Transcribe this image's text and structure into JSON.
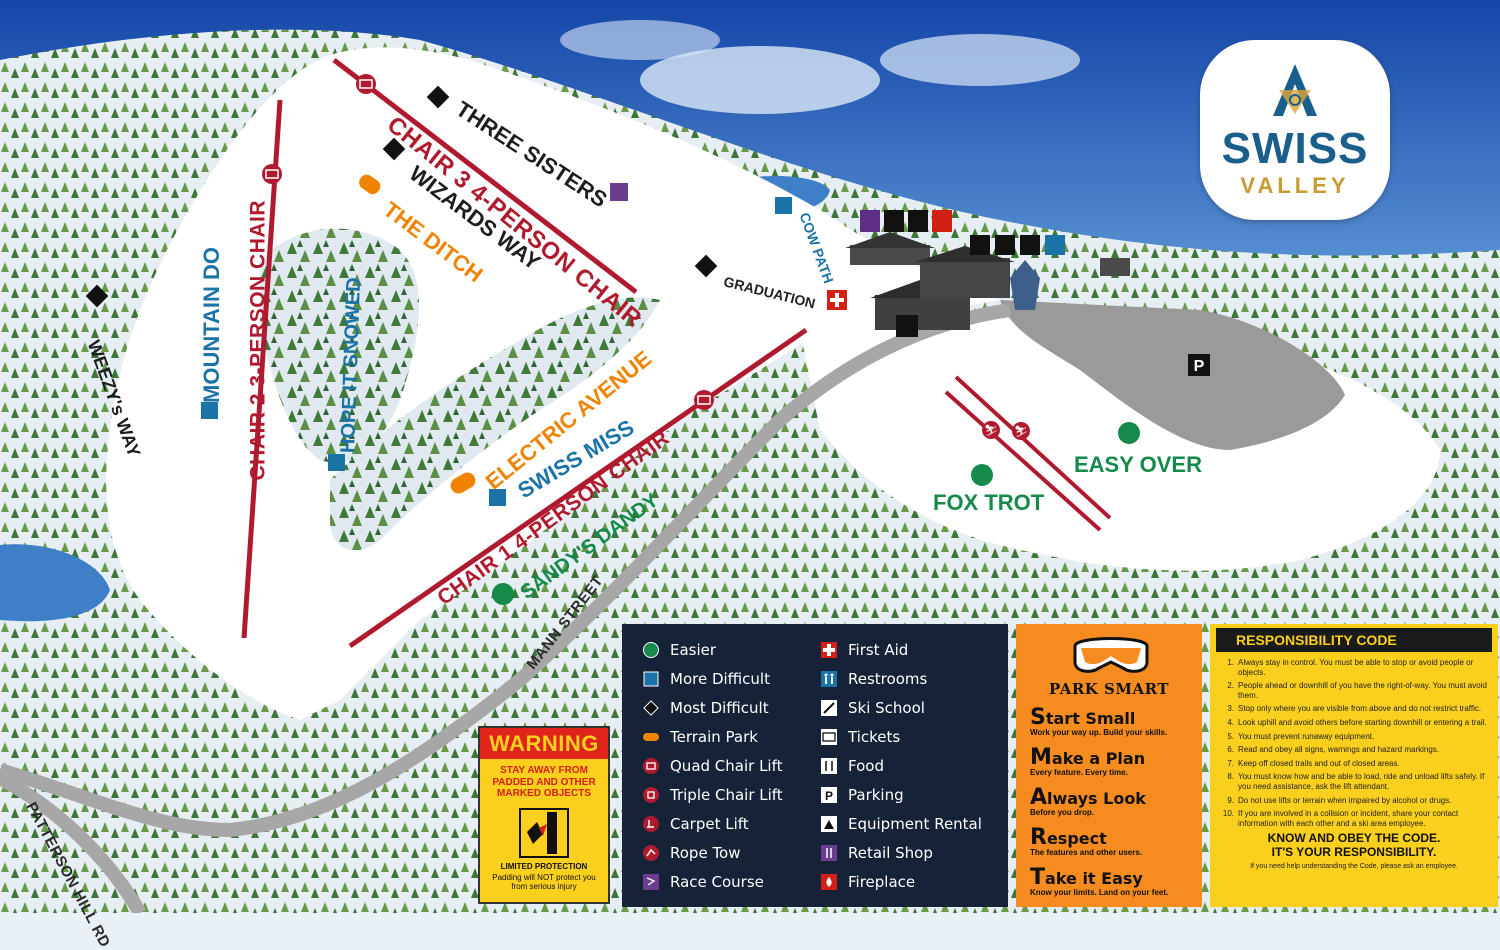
{
  "logo": {
    "line1": "SWISS",
    "line2": "VALLEY"
  },
  "runs": {
    "three_sisters": "THREE SISTERS",
    "chair3": "CHAIR 3 4-PERSON CHAIR",
    "wizards_way": "WIZARDS WAY",
    "the_ditch": "THE DITCH",
    "cow_path": "COW PATH",
    "graduation": "GRADUATION",
    "weezys_way": "WEEZY's WAY",
    "mountain_do": "MOUNTAIN DO",
    "chair2": "CHAIR 2 3-PERSON CHAIR",
    "hope_it_snowed": "HOPE IT SNOWED",
    "electric_avenue": "ELECTRIC AVENUE",
    "swiss_miss": "SWISS MISS",
    "chair1": "CHAIR 1 4-PERSON CHAIR",
    "sandys_dandy": "SANDY'S DANDY",
    "fox_trot": "FOX TROT",
    "easy_over": "EASY OVER",
    "mann_street": "MANN STREET",
    "patterson_hill": "PATTERSON HILL RD",
    "parking": "P"
  },
  "legend": {
    "col1": [
      {
        "label": "Easier",
        "icon": "green-circle-icon"
      },
      {
        "label": "More Difficult",
        "icon": "blue-square-icon"
      },
      {
        "label": "Most Difficult",
        "icon": "black-diamond-icon"
      },
      {
        "label": "Terrain Park",
        "icon": "orange-pill-icon"
      },
      {
        "label": "Quad Chair Lift",
        "icon": "quad-chair-icon"
      },
      {
        "label": "Triple Chair Lift",
        "icon": "triple-chair-icon"
      },
      {
        "label": "Carpet Lift",
        "icon": "carpet-lift-icon"
      },
      {
        "label": "Rope Tow",
        "icon": "rope-tow-icon"
      },
      {
        "label": "Race Course",
        "icon": "race-course-icon"
      }
    ],
    "col2": [
      {
        "label": "First Aid",
        "icon": "first-aid-icon"
      },
      {
        "label": "Restrooms",
        "icon": "restrooms-icon"
      },
      {
        "label": "Ski School",
        "icon": "ski-school-icon"
      },
      {
        "label": "Tickets",
        "icon": "tickets-icon"
      },
      {
        "label": "Food",
        "icon": "food-icon"
      },
      {
        "label": "Parking",
        "icon": "parking-icon"
      },
      {
        "label": "Equipment Rental",
        "icon": "equipment-rental-icon"
      },
      {
        "label": "Retail Shop",
        "icon": "retail-shop-icon"
      },
      {
        "label": "Fireplace",
        "icon": "fireplace-icon"
      }
    ]
  },
  "park_smart": {
    "title": "PARK SMART",
    "rules": [
      {
        "first": "S",
        "rest": "tart Small",
        "sub": "Work your way up. Build your skills."
      },
      {
        "first": "M",
        "rest": "ake a Plan",
        "sub": "Every feature. Every time."
      },
      {
        "first": "A",
        "rest": "lways Look",
        "sub": "Before you drop."
      },
      {
        "first": "R",
        "rest": "espect",
        "sub": "The features and other users."
      },
      {
        "first": "T",
        "rest": "ake it Easy",
        "sub": "Know your limits. Land on your feet."
      }
    ]
  },
  "responsibility": {
    "title": "RESPONSIBILITY CODE",
    "items": [
      "Always stay in control. You must be able to stop or avoid people or objects.",
      "People ahead or downhill of you have the right-of-way. You must avoid them.",
      "Stop only where you are visible from above and do not restrict traffic.",
      "Look uphill and avoid others before starting downhill or entering a trail.",
      "You must prevent runaway equipment.",
      "Read and obey all signs, warnings and hazard markings.",
      "Keep off closed trails and out of closed areas.",
      "You must know how and be able to load, ride and unload lifts safely. If you need assistance, ask the lift attendant.",
      "Do not use lifts or terrain when impaired by alcohol or drugs.",
      "If you are involved in a collision or incident, share your contact information with each other and a ski area employee."
    ],
    "footer1": "KNOW AND OBEY THE CODE.",
    "footer2": "IT'S YOUR RESPONSIBILITY.",
    "footer3": "If you need help understanding the Code, please ask an employee."
  },
  "warning": {
    "title": "WARNING",
    "line1": "STAY AWAY FROM",
    "line2": "PADDED AND OTHER",
    "line3": "MARKED OBJECTS",
    "limited": "LIMITED PROTECTION",
    "body1": "Padding will NOT protect you",
    "body2": "from serious injury"
  }
}
